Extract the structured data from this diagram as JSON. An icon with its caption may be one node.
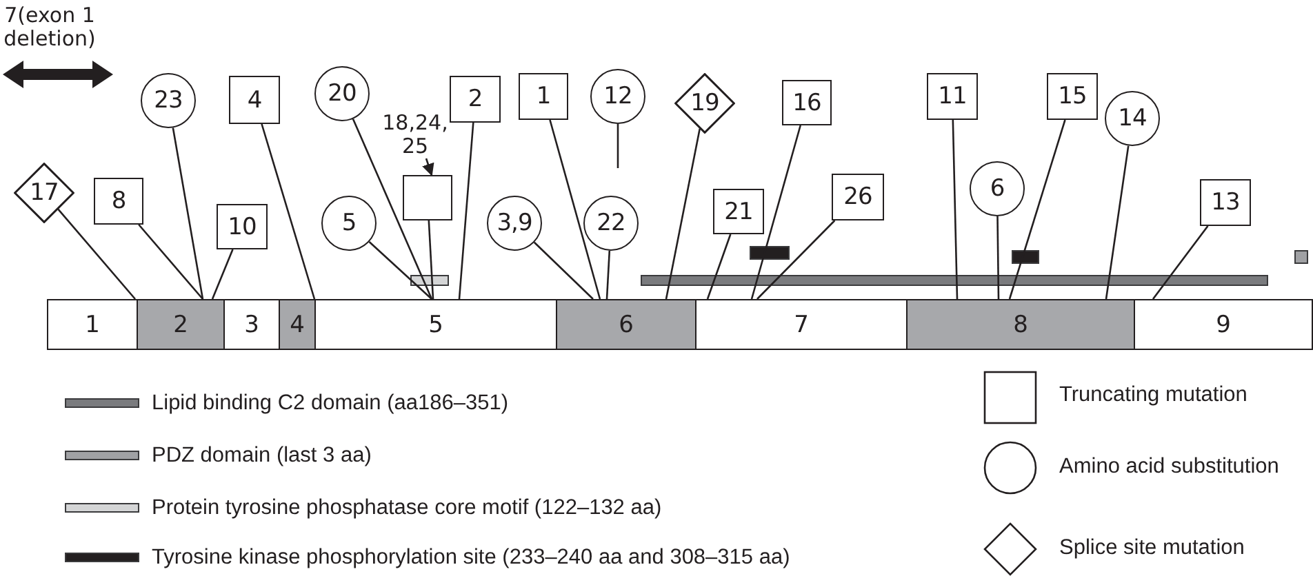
{
  "diagram": {
    "nodes": [
      {
        "text": [
          "7(exon 1 deletion)"
        ]
      },
      {
        "text": [
          "17"
        ]
      },
      {
        "text": [
          "8"
        ]
      },
      {
        "text": [
          "23"
        ]
      },
      {
        "text": [
          "10"
        ]
      },
      {
        "text": [
          "4"
        ]
      },
      {
        "text": [
          "20"
        ]
      },
      {
        "text": [
          "5"
        ]
      },
      {
        "text": [
          "18,24, 25"
        ]
      },
      {
        "text": [],
        "shape": "box"
      },
      {
        "text": [
          "2"
        ]
      },
      {
        "text": [
          "1"
        ]
      },
      {
        "text": [
          "12"
        ]
      },
      {
        "text": [
          "3,9"
        ]
      },
      {
        "text": [
          "22"
        ]
      },
      {
        "text": [
          "19"
        ]
      },
      {
        "text": [
          "21"
        ]
      },
      {
        "text": [
          "16"
        ]
      },
      {
        "text": [
          "26"
        ]
      },
      {
        "text": [
          "11"
        ]
      },
      {
        "text": [
          "6"
        ]
      },
      {
        "text": [
          "15"
        ]
      },
      {
        "text": [
          "14"
        ]
      },
      {
        "text": [
          "13"
        ]
      },
      {
        "text": [
          "1"
        ]
      },
      {
        "text": [
          "2"
        ]
      },
      {
        "text": [
          "3"
        ]
      },
      {
        "text": [
          "4"
        ]
      },
      {
        "text": [
          "5"
        ]
      },
      {
        "text": [
          "6"
        ]
      },
      {
        "text": [
          "7"
        ]
      },
      {
        "text": [
          "8"
        ]
      },
      {
        "text": [
          "9"
        ]
      }
    ],
    "edges": [
      {
        "from": 1,
        "to": 24,
        "arrow": "none"
      },
      {
        "from": 2,
        "to": 25,
        "arrow": "none"
      },
      {
        "from": 3,
        "to": 25,
        "arrow": "none"
      },
      {
        "from": 4,
        "to": 25,
        "arrow": "none"
      },
      {
        "from": 5,
        "to": 27,
        "arrow": "none"
      },
      {
        "from": 7,
        "to": 28,
        "arrow": "none"
      },
      {
        "from": 6,
        "to": 28,
        "arrow": "none"
      },
      {
        "from": 8,
        "to": 9,
        "arrow": "to"
      },
      {
        "from": 9,
        "to": 28,
        "arrow": "none"
      },
      {
        "from": 10,
        "to": 28,
        "arrow": "none"
      },
      {
        "from": 13,
        "to": 29,
        "arrow": "none"
      },
      {
        "from": 11,
        "to": 29,
        "arrow": "none"
      },
      {
        "from": 14,
        "to": 29,
        "arrow": "none"
      },
      {
        "from": 15,
        "to": 29,
        "arrow": "none"
      },
      {
        "from": 16,
        "to": 30,
        "arrow": "none"
      },
      {
        "from": 17,
        "to": 30,
        "arrow": "none"
      },
      {
        "from": 18,
        "to": 30,
        "arrow": "none"
      },
      {
        "from": 19,
        "to": 31,
        "arrow": "none"
      },
      {
        "from": 20,
        "to": 31,
        "arrow": "none"
      },
      {
        "from": 21,
        "to": 31,
        "arrow": "none"
      },
      {
        "from": 22,
        "to": 31,
        "arrow": "none"
      },
      {
        "from": 23,
        "to": 32,
        "arrow": "none"
      },
      {
        "from": 12,
        "to": null,
        "arrow": "none"
      }
    ],
    "legend": [
      {
        "text": "Lipid binding C2 domain (aa186–351)",
        "color": "#7a7b7e"
      },
      {
        "text": "PDZ domain (last 3 aa)",
        "color": "#a0a1a4"
      },
      {
        "text": "Protein tyrosine phosphatase core motif (122–132 aa)",
        "color": "#d4d5d6"
      },
      {
        "text": "Tyrosine kinase phosphorylation site (233–240 aa and 308–315 aa)",
        "color": "#231f20"
      },
      {
        "text": "Truncating mutation"
      },
      {
        "text": "Amino acid substitution"
      },
      {
        "text": "Splice site mutation"
      }
    ]
  }
}
